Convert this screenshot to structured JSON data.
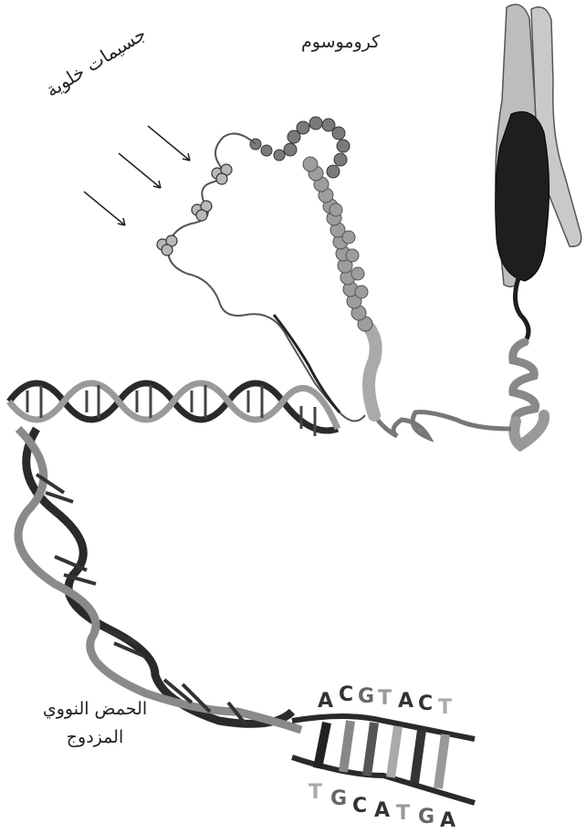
{
  "labels": {
    "chromosome": "كروموسوم",
    "nucleosomes": "جسيمات خلوية",
    "dna_line1": "الحمض النووي",
    "dna_line2": "المزدوج"
  },
  "bases": {
    "top": [
      "A",
      "C",
      "G",
      "T",
      "A",
      "C",
      "T"
    ],
    "bottom": [
      "T",
      "G",
      "C",
      "A",
      "T",
      "G",
      "A"
    ]
  },
  "colors": {
    "chromosome_light": "#bdbdbd",
    "chromosome_dark": "#1e1e1e",
    "strand_dark": "#2a2a2a",
    "strand_light": "#9a9a9a"
  }
}
